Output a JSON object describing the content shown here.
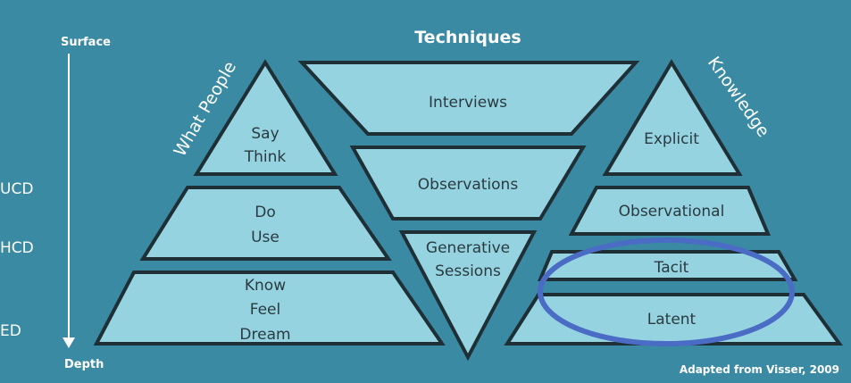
{
  "header": {
    "title": "Techniques"
  },
  "axis": {
    "top_label": "Surface",
    "bottom_label": "Depth"
  },
  "side_labels": [
    "UCD",
    "HCD",
    "ED"
  ],
  "left_pyramid": {
    "title": "What People",
    "tiers": [
      {
        "lines": [
          "Say",
          "Think"
        ]
      },
      {
        "lines": [
          "Do",
          "Use"
        ]
      },
      {
        "lines": [
          "Know",
          "Feel",
          "Dream"
        ]
      }
    ]
  },
  "center_funnel": {
    "tiers": [
      {
        "lines": [
          "Interviews"
        ]
      },
      {
        "lines": [
          "Observations"
        ]
      },
      {
        "lines": [
          "Generative",
          "Sessions"
        ]
      }
    ]
  },
  "right_pyramid": {
    "title": "Knowledge",
    "tiers": [
      {
        "lines": [
          "Explicit"
        ]
      },
      {
        "lines": [
          "Observational"
        ]
      },
      {
        "lines": [
          "Tacit"
        ]
      },
      {
        "lines": [
          "Latent"
        ]
      }
    ]
  },
  "highlight": {
    "color": "#4a6cc4",
    "encloses": [
      "Tacit",
      "Latent"
    ]
  },
  "colors": {
    "background": "#3a8aa3",
    "shape_fill": "#96d3e1",
    "shape_stroke": "#1e2f36"
  },
  "footer": {
    "credit": "Adapted from Visser, 2009"
  }
}
